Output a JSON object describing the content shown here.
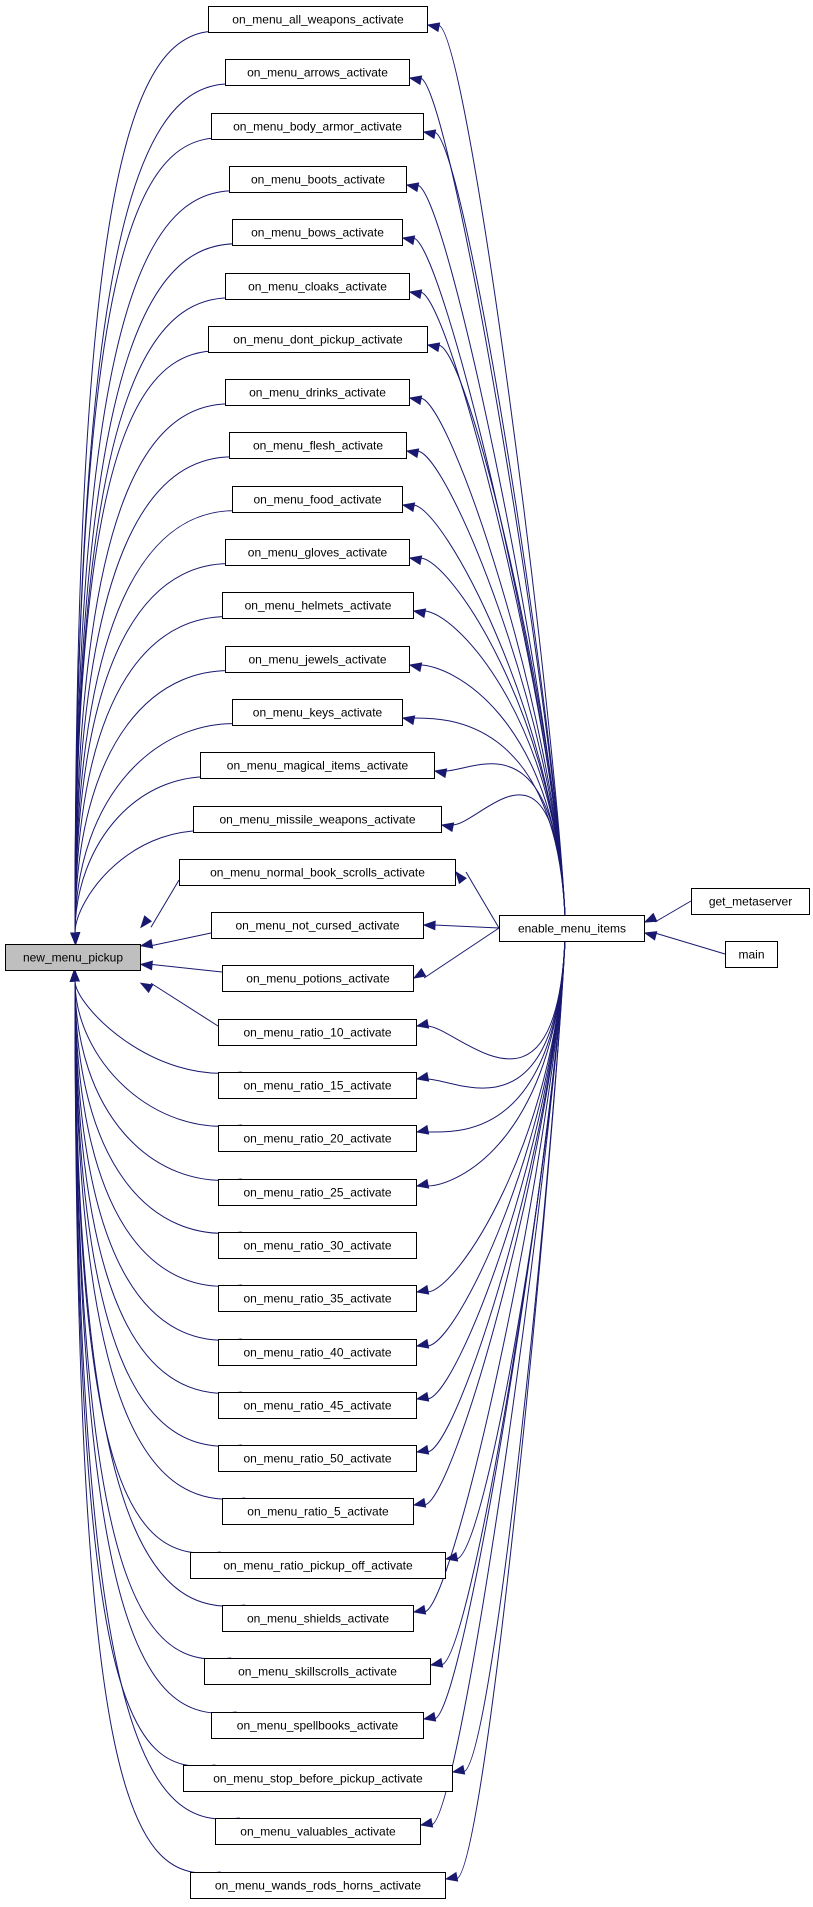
{
  "diagram": {
    "root": "new_menu_pickup",
    "hub": "enable_menu_items",
    "callers": [
      "on_menu_all_weapons_activate",
      "on_menu_arrows_activate",
      "on_menu_body_armor_activate",
      "on_menu_boots_activate",
      "on_menu_bows_activate",
      "on_menu_cloaks_activate",
      "on_menu_dont_pickup_activate",
      "on_menu_drinks_activate",
      "on_menu_flesh_activate",
      "on_menu_food_activate",
      "on_menu_gloves_activate",
      "on_menu_helmets_activate",
      "on_menu_jewels_activate",
      "on_menu_keys_activate",
      "on_menu_magical_items_activate",
      "on_menu_missile_weapons_activate",
      "on_menu_normal_book_scrolls_activate",
      "on_menu_not_cursed_activate",
      "on_menu_potions_activate",
      "on_menu_ratio_10_activate",
      "on_menu_ratio_15_activate",
      "on_menu_ratio_20_activate",
      "on_menu_ratio_25_activate",
      "on_menu_ratio_30_activate",
      "on_menu_ratio_35_activate",
      "on_menu_ratio_40_activate",
      "on_menu_ratio_45_activate",
      "on_menu_ratio_50_activate",
      "on_menu_ratio_5_activate",
      "on_menu_ratio_pickup_off_activate",
      "on_menu_shields_activate",
      "on_menu_skillscrolls_activate",
      "on_menu_spellbooks_activate",
      "on_menu_stop_before_pickup_activate",
      "on_menu_valuables_activate",
      "on_menu_wands_rods_horns_activate"
    ],
    "hub_skips": [
      "on_menu_ratio_30_activate"
    ],
    "hub_callers": [
      "get_metaserver",
      "main"
    ],
    "colors": {
      "edge": "#191970",
      "root_fill": "#bfbfbf",
      "node_fill": "#ffffff",
      "node_stroke": "#000000"
    }
  }
}
